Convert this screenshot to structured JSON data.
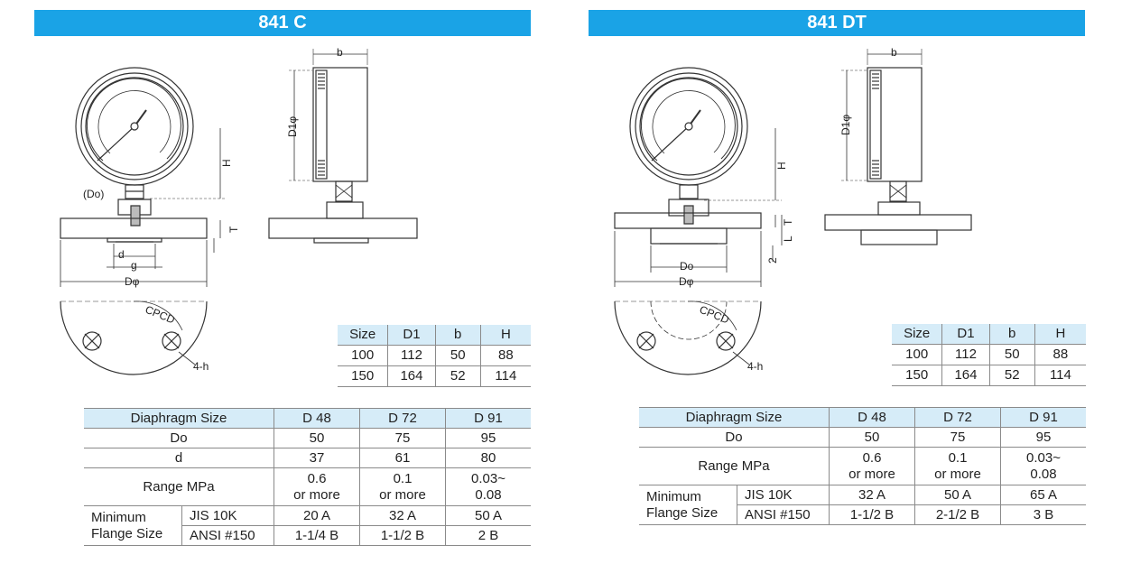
{
  "left": {
    "title": "841 C",
    "labels": {
      "b": "b",
      "d1": "D1φ",
      "h": "H",
      "do": "(Do)",
      "t": "T",
      "d": "d",
      "g": "g",
      "dphi": "Dφ",
      "cpcd": "CPCD",
      "hole": "4-h"
    },
    "size_table": {
      "headers": [
        "Size",
        "D1",
        "b",
        "H"
      ],
      "rows": [
        [
          "100",
          "112",
          "50",
          "88"
        ],
        [
          "150",
          "164",
          "52",
          "114"
        ]
      ]
    },
    "diaphragm_table": {
      "header": {
        "label": "Diaphragm Size",
        "cols": [
          "D 48",
          "D 72",
          "D 91"
        ]
      },
      "do": {
        "label": "Do",
        "values": [
          "50",
          "75",
          "95"
        ]
      },
      "d": {
        "label": "d",
        "values": [
          "37",
          "61",
          "80"
        ]
      },
      "range": {
        "label": "Range MPa",
        "values": [
          [
            "0.6",
            "or more"
          ],
          [
            "0.1",
            "or more"
          ],
          [
            "0.03~",
            "0.08"
          ]
        ]
      },
      "flange": {
        "label": [
          "Minimum",
          "Flange Size"
        ],
        "jis": {
          "label": "JIS 10K",
          "values": [
            "20 A",
            "32 A",
            "50 A"
          ]
        },
        "ansi": {
          "label": "ANSI #150",
          "values": [
            "1-1/4 B",
            "1-1/2 B",
            "2 B"
          ]
        }
      }
    }
  },
  "right": {
    "title": "841 DT",
    "labels": {
      "b": "b",
      "d1": "D1φ",
      "h": "H",
      "t": "T",
      "l": "L",
      "two": "2",
      "do": "Do",
      "dphi": "Dφ",
      "cpcd": "CPCD",
      "hole": "4-h"
    },
    "size_table": {
      "headers": [
        "Size",
        "D1",
        "b",
        "H"
      ],
      "rows": [
        [
          "100",
          "112",
          "50",
          "88"
        ],
        [
          "150",
          "164",
          "52",
          "114"
        ]
      ]
    },
    "diaphragm_table": {
      "header": {
        "label": "Diaphragm Size",
        "cols": [
          "D 48",
          "D 72",
          "D 91"
        ]
      },
      "do": {
        "label": "Do",
        "values": [
          "50",
          "75",
          "95"
        ]
      },
      "range": {
        "label": "Range MPa",
        "values": [
          [
            "0.6",
            "or more"
          ],
          [
            "0.1",
            "or more"
          ],
          [
            "0.03~",
            "0.08"
          ]
        ]
      },
      "flange": {
        "label": [
          "Minimum",
          "Flange Size"
        ],
        "jis": {
          "label": "JIS 10K",
          "values": [
            "32 A",
            "50 A",
            "65 A"
          ]
        },
        "ansi": {
          "label": "ANSI #150",
          "values": [
            "1-1/2 B",
            "2-1/2 B",
            "3 B"
          ]
        }
      }
    }
  }
}
